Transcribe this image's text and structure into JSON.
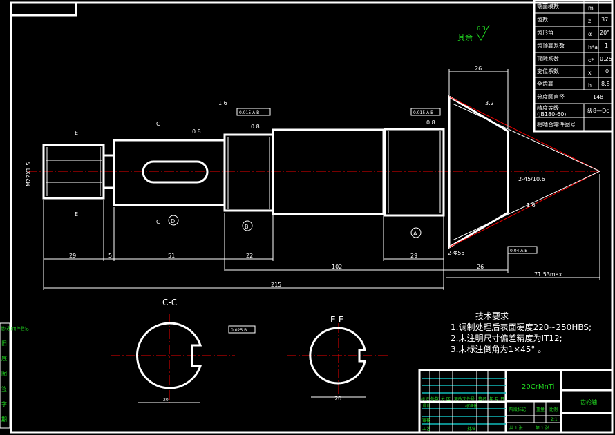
{
  "gear_table": {
    "rows": [
      {
        "label": "端面模数",
        "symbol": "m",
        "value": ""
      },
      {
        "label": "齿数",
        "symbol": "z",
        "value": "37"
      },
      {
        "label": "齿形角",
        "symbol": "α",
        "value": "20°"
      },
      {
        "label": "齿顶高系数",
        "symbol": "h*a",
        "value": "1"
      },
      {
        "label": "顶隙系数",
        "symbol": "c*",
        "value": "0.25"
      },
      {
        "label": "变位系数",
        "symbol": "x",
        "value": "0"
      },
      {
        "label": "全齿高",
        "symbol": "h",
        "value": "8.8"
      },
      {
        "label": "分度圆直径",
        "symbol": "",
        "value": "148"
      },
      {
        "label": "精度等级",
        "sub": "(JB180-60)",
        "symbol": "",
        "value": "级8—Dc"
      },
      {
        "label": "相啮合零件图号",
        "symbol": "",
        "value": ""
      }
    ]
  },
  "roughness_note": {
    "label": "其余",
    "value": "6.3"
  },
  "dimensions": {
    "d29a": "29",
    "d5": "5",
    "d51": "51",
    "d22": "22",
    "d29b": "29",
    "d102": "102",
    "d215": "215",
    "d26top": "26",
    "d26": "26",
    "d71": "71.53max",
    "thread": "M22X1.5",
    "chamfer": "2-Φ55",
    "d20": "20",
    "gear_note": "2-45/10.6"
  },
  "roughness": {
    "r1": "0.8",
    "r2": "0.8",
    "r3": "3.2",
    "r4": "1.6",
    "r5": "0.8",
    "r6": "1.6"
  },
  "tolerances": {
    "t1": "0.015 A B",
    "t2": "0.015 A B",
    "t3": "0.04 A B",
    "t4": "0.025 B"
  },
  "section_markers": {
    "e": "E",
    "c": "C",
    "d": "D",
    "b": "B",
    "a": "A"
  },
  "sections": {
    "cc": "C-C",
    "ee": "E-E"
  },
  "tech_requirements": {
    "title": "技术要求",
    "items": [
      "1.调制处理后表面硬度220~250HBS;",
      "2.未注明尺寸偏差精度为IT12;",
      "3.未标注倒角为1×45° 。"
    ]
  },
  "title_block": {
    "material": "20CrMnTi",
    "part_name": "齿轮轴",
    "headers": [
      "标记",
      "处数",
      "分 区",
      "更改文件号",
      "签名",
      "年.月.日"
    ],
    "design": "设计",
    "standard": "标准化",
    "check": "审核",
    "process": "工艺",
    "approve": "批准",
    "stage": "阶段标记",
    "weight": "重量",
    "scale_label": "比例",
    "scale": "2:1",
    "sheets_total": "共 1 张",
    "sheet_no": "第 1 张"
  },
  "side_strip": {
    "items": [
      "借(通)用件登记",
      "旧",
      "底",
      "图",
      "签",
      "字",
      "期"
    ]
  },
  "colors": {
    "line": "#ffffff",
    "center": "#e00000",
    "text_green": "#22dd22",
    "cyan": "#11bbbb"
  }
}
